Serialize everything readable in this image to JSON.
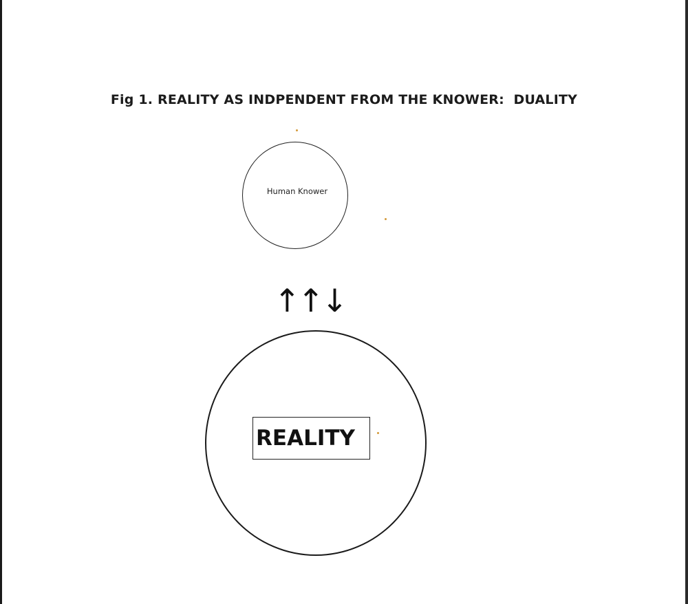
{
  "figure": {
    "title": "Fig 1. REALITY AS INDPENDENT FROM THE KNOWER:  DUALITY",
    "knower_label": "Human Knower",
    "arrows": "↑↑↓",
    "reality_label": "REALITY"
  },
  "colors": {
    "background": "#ffffff",
    "ink": "#1a1a1a",
    "speck": "#d49a3a"
  }
}
